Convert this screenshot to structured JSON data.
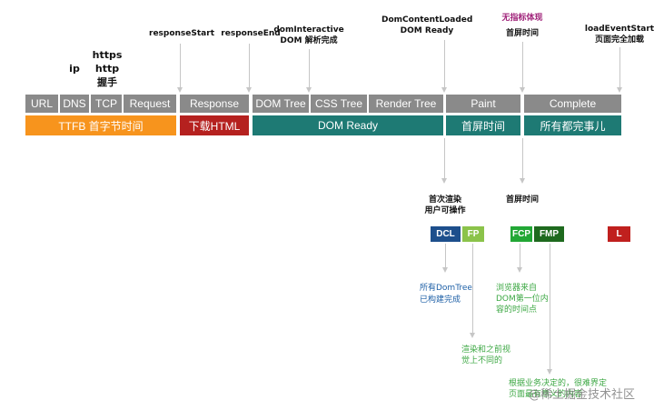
{
  "top_labels": {
    "https": "https",
    "http": "http",
    "handshake": "握手",
    "ip": "ip",
    "response_start": "responseStart",
    "response_end": "responseEnd",
    "dom_interactive": "domInteractive",
    "dom_parse_done": "DOM 解析完成",
    "dom_content_loaded": "DomContentLoaded",
    "dom_ready_label": "DOM Ready",
    "no_metric": "无指标体现",
    "first_screen_top": "首屏时间",
    "load_event_start": "loadEventStart",
    "page_loaded": "页面完全加载"
  },
  "segments": {
    "url": "URL",
    "dns": "DNS",
    "tcp": "TCP",
    "request": "Request",
    "response": "Response",
    "dom_tree": "DOM Tree",
    "css_tree": "CSS Tree",
    "render_tree": "Render Tree",
    "paint": "Paint",
    "complete": "Complete"
  },
  "bands": {
    "ttfb": "TTFB 首字节时间",
    "download_html": "下载HTML",
    "dom_ready": "DOM Ready",
    "first_screen": "首屏时间",
    "all_done": "所有都完事儿"
  },
  "mid_labels": {
    "first_render": "首次渲染",
    "user_operable": "用户可操作",
    "first_screen_mid": "首屏时间"
  },
  "badges": {
    "dcl": "DCL",
    "fp": "FP",
    "fcp": "FCP",
    "fmp": "FMP",
    "l": "L"
  },
  "notes": {
    "dcl_line1": "所有DomTree",
    "dcl_line2": "已构建完成",
    "fcp_line1": "浏览器来自",
    "fcp_line2": "DOM第一位内",
    "fcp_line3": "容的时间点",
    "fp_line1": "渲染和之前视",
    "fp_line2": "觉上不同的",
    "fmp_line1": "根据业务决定的，很难界定",
    "fmp_line2": "页面最有意义的内容"
  },
  "watermark": "@稀土掘金技术社区",
  "colors": {
    "segment_gray": "#8a8a8a",
    "ttfb_orange": "#f7941d",
    "download_red": "#b5211f",
    "teal": "#1e7a74",
    "dcl_blue": "#1d4f8c",
    "fp_green": "#8bc34a",
    "fcp_green": "#22a735",
    "fmp_dark_green": "#1e6a1e",
    "l_red": "#c0201e",
    "no_metric_purple": "#a0237a",
    "note_blue": "#1d5fa6",
    "note_green": "#3da844"
  }
}
